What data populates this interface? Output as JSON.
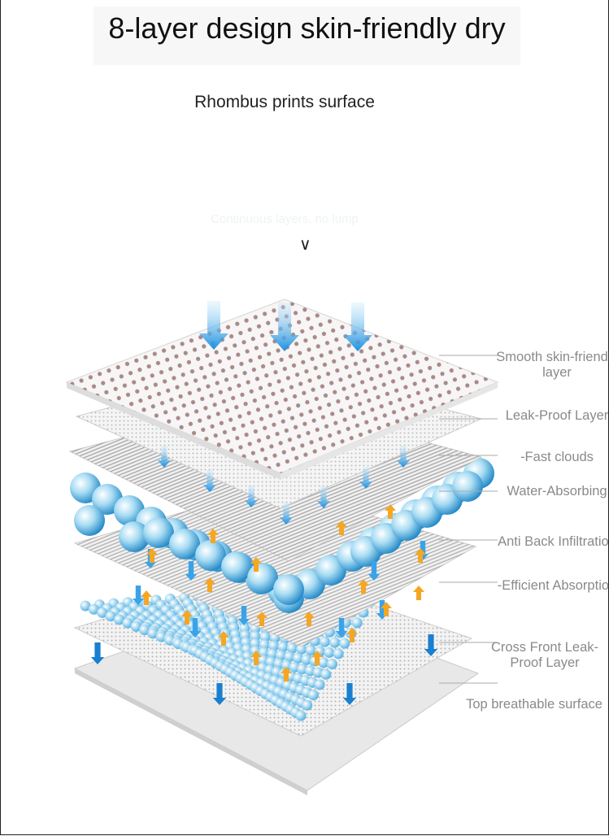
{
  "header": {
    "title": "8-layer design skin-friendly dry",
    "subtitle": "Rhombus prints surface",
    "faint_caption": "Continuous layers, no lump",
    "chevron_icon": "chevron-down-icon"
  },
  "layers": [
    {
      "label": "Smooth skin-friendly layer"
    },
    {
      "label": "Leak-Proof Layer"
    },
    {
      "label": "-Fast clouds"
    },
    {
      "label": "Water-Absorbing"
    },
    {
      "label": "Anti Back Infiltration"
    },
    {
      "label": "-Efficient Absorption"
    },
    {
      "label": "Cross Front Leak-Proof Layer"
    },
    {
      "label": "Top breathable surface"
    }
  ],
  "colors": {
    "arrow_blue": "#2a9be0",
    "arrow_orange": "#f5a623",
    "label_gray": "#8a8a8a",
    "ball_blue": "#3aa7dc"
  }
}
